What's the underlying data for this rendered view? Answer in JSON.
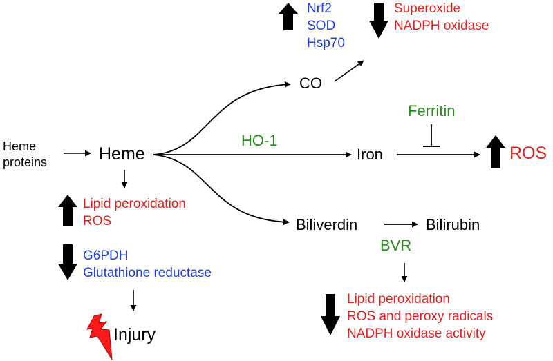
{
  "colors": {
    "text": "#000000",
    "blue": "#1f3fe0",
    "red": "#e02020",
    "green": "#2a8a1e",
    "injury_bolt": "#ff1a1a"
  },
  "nodes": {
    "heme_proteins": [
      "Heme",
      "proteins"
    ],
    "heme": "Heme",
    "co": "CO",
    "iron": "Iron",
    "biliverdin": "Biliverdin",
    "bilirubin": "Bilirubin",
    "ros": "ROS",
    "injury": "Injury"
  },
  "enzymes": {
    "ho1": "HO-1",
    "ferritin": "Ferritin",
    "bvr": "BVR"
  },
  "effects": {
    "co_up": [
      "Nrf2",
      "SOD",
      "Hsp70"
    ],
    "co_down": [
      "Superoxide",
      "NADPH oxidase"
    ],
    "heme_up": [
      "Lipid peroxidation",
      "ROS"
    ],
    "heme_down": [
      "G6PDH",
      "Glutathione reductase"
    ],
    "bilirubin_down": [
      "Lipid peroxidation",
      "ROS and peroxy radicals",
      "NADPH oxidase activity"
    ]
  },
  "icons": {
    "up_arrow": "up-arrow-icon",
    "down_arrow": "down-arrow-icon",
    "inhibit": "inhibition-bar-icon",
    "injury": "lightning-bolt-icon"
  }
}
